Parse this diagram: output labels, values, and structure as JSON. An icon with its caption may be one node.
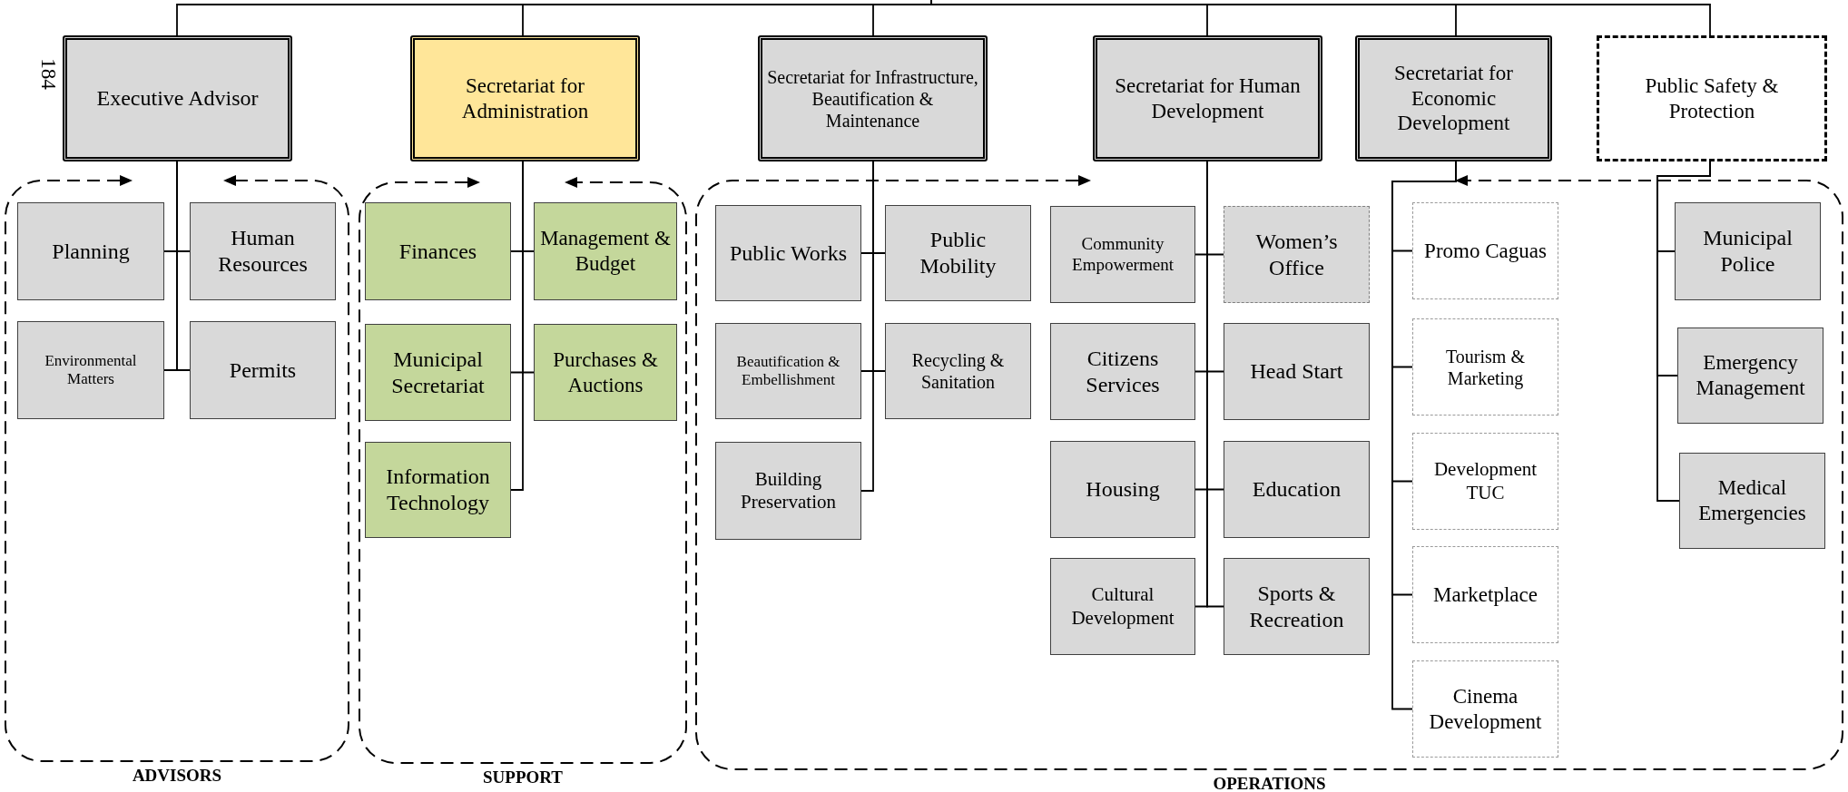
{
  "diagram": {
    "nodes": [
      {
        "text": [
          "Executive Advisor"
        ]
      },
      {
        "text": [
          "Secretariat for Administration"
        ]
      },
      {
        "text": [
          "Secretariat for Infrastructure, Beautification & Maintenance"
        ]
      },
      {
        "text": [
          "Secretariat for Human Development"
        ]
      },
      {
        "text": [
          "Secretariat for Economic Development"
        ]
      },
      {
        "text": [
          "Public Safety & Protection"
        ]
      },
      {
        "text": [
          "ADVISORS"
        ]
      },
      {
        "text": [
          "Planning"
        ],
        "in": 6
      },
      {
        "text": [
          "Human Resources"
        ],
        "in": 6
      },
      {
        "text": [
          "Environmental Matters"
        ],
        "in": 6
      },
      {
        "text": [
          "Permits"
        ],
        "in": 6
      },
      {
        "text": [
          "SUPPORT"
        ]
      },
      {
        "text": [
          "Finances"
        ],
        "in": 11
      },
      {
        "text": [
          "Management & Budget"
        ],
        "in": 11
      },
      {
        "text": [
          "Municipal Secretariat"
        ],
        "in": 11
      },
      {
        "text": [
          "Purchases & Auctions"
        ],
        "in": 11
      },
      {
        "text": [
          "Information Technology"
        ],
        "in": 11
      },
      {
        "text": [
          "OPERATIONS"
        ]
      },
      {
        "text": [
          "Public Works"
        ],
        "in": 17
      },
      {
        "text": [
          "Public Mobility"
        ],
        "in": 17
      },
      {
        "text": [
          "Beautification & Embellishment"
        ],
        "in": 17
      },
      {
        "text": [
          "Recycling & Sanitation"
        ],
        "in": 17
      },
      {
        "text": [
          "Building Preservation"
        ],
        "in": 17
      },
      {
        "text": [
          "Community Empowerment"
        ],
        "in": 17
      },
      {
        "text": [
          "Women’s Office"
        ],
        "in": 17
      },
      {
        "text": [
          "Citizens Services"
        ],
        "in": 17
      },
      {
        "text": [
          "Head Start"
        ],
        "in": 17
      },
      {
        "text": [
          "Housing"
        ],
        "in": 17
      },
      {
        "text": [
          "Education"
        ],
        "in": 17
      },
      {
        "text": [
          "Cultural Development"
        ],
        "in": 17
      },
      {
        "text": [
          "Sports & Recreation"
        ],
        "in": 17
      },
      {
        "text": [
          "Promo Caguas"
        ],
        "in": 17
      },
      {
        "text": [
          "Tourism & Marketing"
        ],
        "in": 17
      },
      {
        "text": [
          "Development TUC"
        ],
        "in": 17
      },
      {
        "text": [
          "Marketplace"
        ],
        "in": 17
      },
      {
        "text": [
          "Cinema Development"
        ],
        "in": 17
      },
      {
        "text": [
          "Municipal Police"
        ],
        "in": 17
      },
      {
        "text": [
          "Emergency Management"
        ],
        "in": 17
      },
      {
        "text": [
          "Medical Emergencies"
        ],
        "in": 17
      }
    ],
    "edges": [
      {
        "from": null,
        "to": 0,
        "arrow": "none"
      },
      {
        "from": null,
        "to": 1,
        "arrow": "none"
      },
      {
        "from": null,
        "to": 2,
        "arrow": "none"
      },
      {
        "from": null,
        "to": 3,
        "arrow": "none"
      },
      {
        "from": null,
        "to": 4,
        "arrow": "none"
      },
      {
        "from": null,
        "to": 5,
        "arrow": "none"
      },
      {
        "from": 0,
        "to": 7,
        "arrow": "none"
      },
      {
        "from": 0,
        "to": 8,
        "arrow": "none"
      },
      {
        "from": 0,
        "to": 9,
        "arrow": "none"
      },
      {
        "from": 0,
        "to": 10,
        "arrow": "none"
      },
      {
        "from": 1,
        "to": 12,
        "arrow": "none"
      },
      {
        "from": 1,
        "to": 13,
        "arrow": "none"
      },
      {
        "from": 1,
        "to": 14,
        "arrow": "none"
      },
      {
        "from": 1,
        "to": 15,
        "arrow": "none"
      },
      {
        "from": 1,
        "to": 16,
        "arrow": "none"
      },
      {
        "from": 2,
        "to": 18,
        "arrow": "none"
      },
      {
        "from": 2,
        "to": 19,
        "arrow": "none"
      },
      {
        "from": 2,
        "to": 20,
        "arrow": "none"
      },
      {
        "from": 2,
        "to": 21,
        "arrow": "none"
      },
      {
        "from": 2,
        "to": 22,
        "arrow": "none"
      },
      {
        "from": 3,
        "to": 23,
        "arrow": "none"
      },
      {
        "from": 3,
        "to": 24,
        "arrow": "none"
      },
      {
        "from": 3,
        "to": 25,
        "arrow": "none"
      },
      {
        "from": 3,
        "to": 26,
        "arrow": "none"
      },
      {
        "from": 3,
        "to": 27,
        "arrow": "none"
      },
      {
        "from": 3,
        "to": 28,
        "arrow": "none"
      },
      {
        "from": 3,
        "to": 29,
        "arrow": "none"
      },
      {
        "from": 3,
        "to": 30,
        "arrow": "none"
      },
      {
        "from": 4,
        "to": 31,
        "arrow": "none"
      },
      {
        "from": 4,
        "to": 32,
        "arrow": "none"
      },
      {
        "from": 4,
        "to": 33,
        "arrow": "none"
      },
      {
        "from": 4,
        "to": 34,
        "arrow": "none"
      },
      {
        "from": 4,
        "to": 35,
        "arrow": "none"
      },
      {
        "from": 5,
        "to": 36,
        "arrow": "none"
      },
      {
        "from": 5,
        "to": 37,
        "arrow": "none"
      },
      {
        "from": 5,
        "to": 38,
        "arrow": "none"
      }
    ],
    "labels": [
      "184"
    ]
  }
}
